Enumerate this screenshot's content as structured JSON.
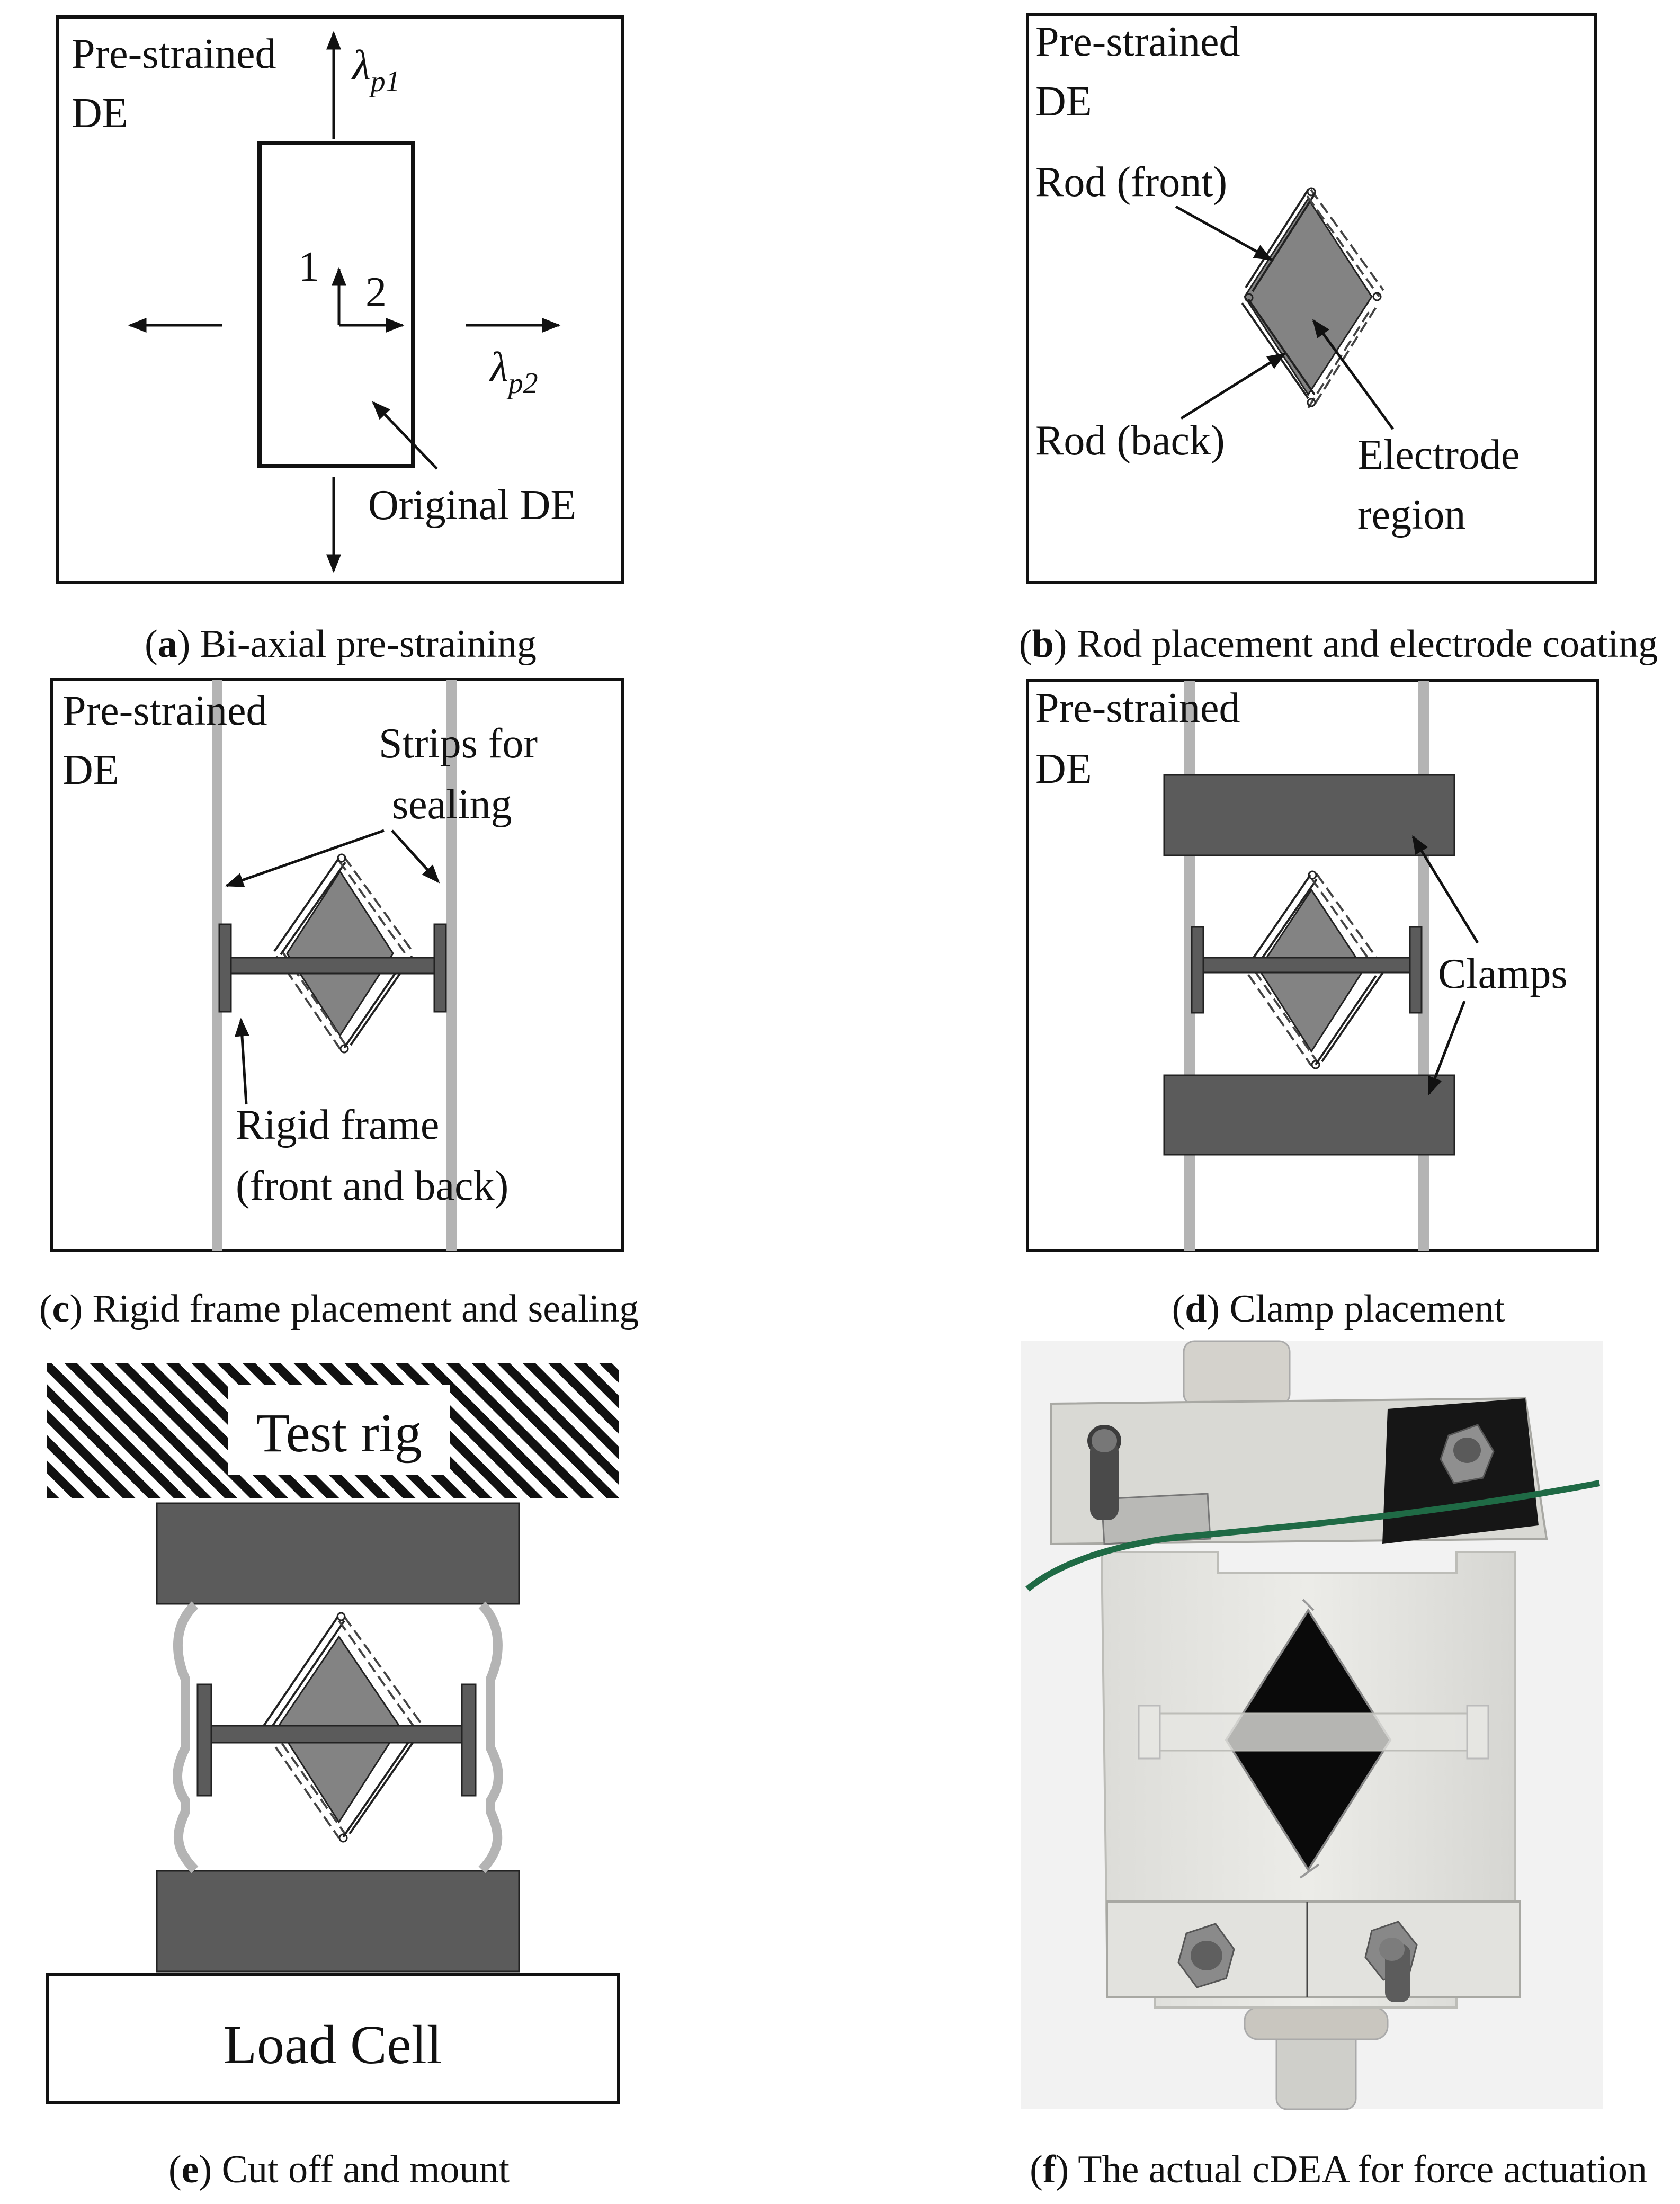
{
  "panels": {
    "a": {
      "pre_strained": [
        "Pre-strained",
        "DE"
      ],
      "lambda_p1_base": "λ",
      "lambda_p1_sub": "p1",
      "lambda_p2_base": "λ",
      "lambda_p2_sub": "p2",
      "axis_1": "1",
      "axis_2": "2",
      "original_de": "Original DE",
      "caption_letter": "a",
      "caption_text": "Bi-axial pre-straining"
    },
    "b": {
      "pre_strained": [
        "Pre-strained",
        "DE"
      ],
      "rod_front": "Rod (front)",
      "rod_back": "Rod (back)",
      "electrode_region": [
        "Electrode",
        "region"
      ],
      "caption_letter": "b",
      "caption_text": "Rod placement and electrode coating"
    },
    "c": {
      "pre_strained": [
        "Pre-strained",
        "DE"
      ],
      "strips_for_sealing": [
        "Strips for",
        "sealing"
      ],
      "rigid_frame": [
        "Rigid frame",
        "(front and back)"
      ],
      "caption_letter": "c",
      "caption_text": "Rigid frame placement and sealing"
    },
    "d": {
      "pre_strained": [
        "Pre-strained",
        "DE"
      ],
      "clamps": "Clamps",
      "caption_letter": "d",
      "caption_text": "Clamp placement"
    },
    "e": {
      "test_rig": "Test rig",
      "load_cell": "Load Cell",
      "caption_letter": "e",
      "caption_text": "Cut off and mount"
    },
    "f": {
      "caption_letter": "f",
      "caption_text": "The actual cDEA for force actuation"
    }
  },
  "colors": {
    "dark_grey": "#5b5b5b",
    "electrode": "#838383",
    "strip": "#b4b4b4",
    "photo_background": "#f2f2f2",
    "photo_black": "#0a0a0a",
    "wire_green": "#1f6a45"
  }
}
